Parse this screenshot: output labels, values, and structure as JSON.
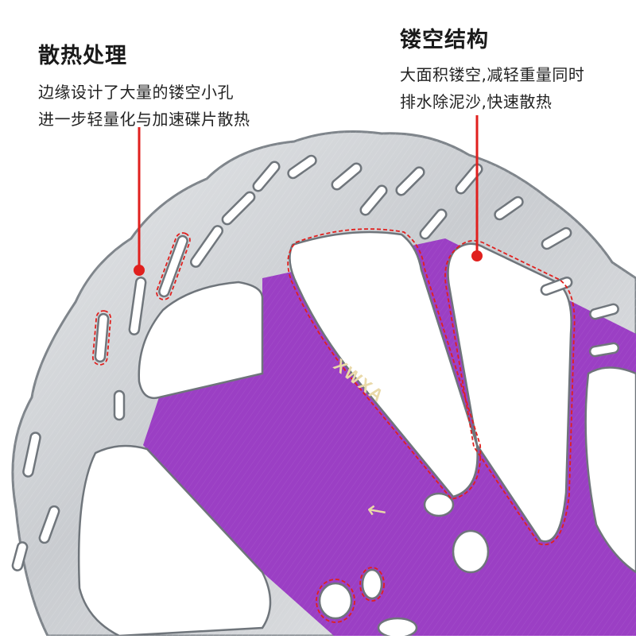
{
  "left_callout": {
    "title": "散热处理",
    "line1": "边缘设计了大量的镂空小孔",
    "line2": "进一步轻量化与加速碟片散热"
  },
  "right_callout": {
    "title": "镂空结构",
    "line1": "大面积镂空,减轻重量同时",
    "line2": "排水除泥沙,快速散热"
  },
  "rotor": {
    "brand_mark": "XWXA",
    "direction_arrow": "←",
    "colors": {
      "steel": "#cfd2d6",
      "steel_edge": "#8e9399",
      "spider": "#9b3fc4",
      "highlight": "#e0201e"
    }
  }
}
